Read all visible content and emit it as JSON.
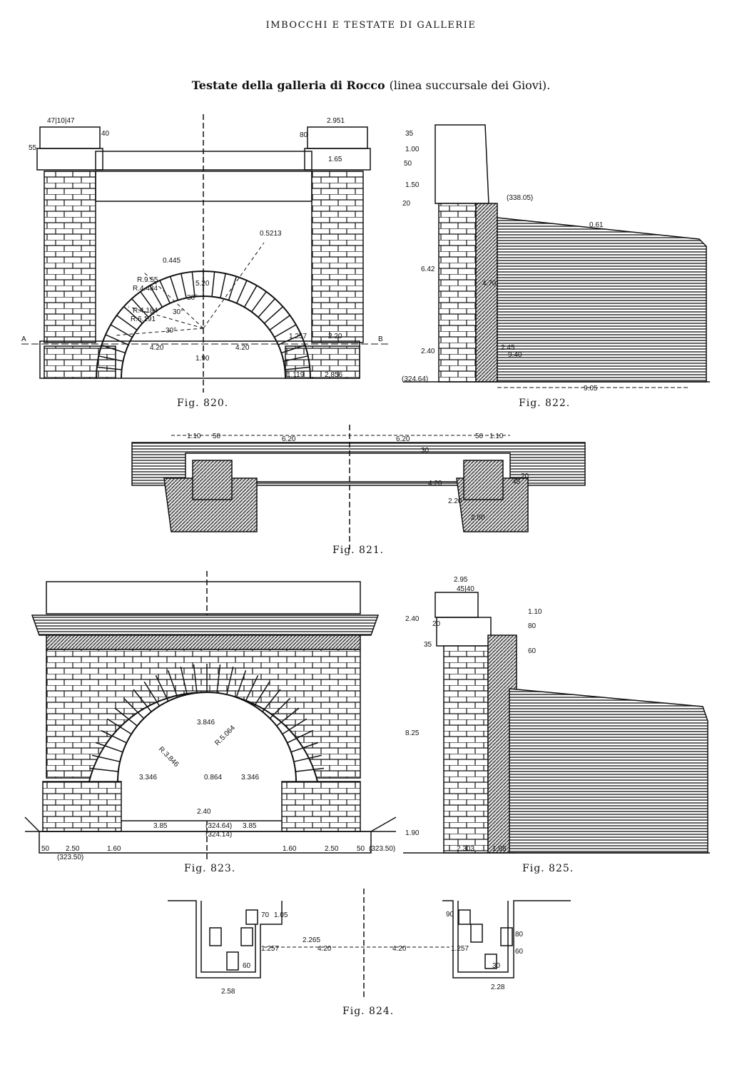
{
  "running_head": "IMBOCCHI E TESTATE DI GALLERIE",
  "title": {
    "bold": "Testate della galleria di Rocco",
    "rest": "(linea succursale dei Giovi)."
  },
  "captions": {
    "fig820": "Fig. 820.",
    "fig822": "Fig. 822.",
    "fig821": "Fig. 821.",
    "fig823": "Fig. 823.",
    "fig825": "Fig. 825.",
    "fig824": "Fig. 824."
  },
  "fig820_labels": [
    "47|10|47",
    "55",
    "40",
    "2.951",
    "80",
    "1.65",
    "0.5213",
    "0.445",
    "R.9.55",
    "R.4.484",
    "5.20",
    "R.4.184",
    "R.6.191",
    "30°",
    "30°",
    "30°",
    "4.20",
    "4.20",
    "1.90",
    "A",
    "B",
    "1.257",
    "2.20",
    "1.119",
    "2.856"
  ],
  "fig822_labels": [
    "35",
    "1.00",
    "50",
    "1.50",
    "20",
    "(338.05)",
    "6.42",
    "4.70",
    "2.40",
    "2.45",
    "9.40",
    "(324.64)",
    "9.05",
    "0.61"
  ],
  "fig821_labels": [
    "1.10",
    "50",
    "6.20",
    "6.20",
    "50",
    "1.10",
    "30",
    "4.20",
    "2.20",
    "2.60",
    "45",
    "20"
  ],
  "fig823_labels": [
    "R.3.846",
    "3.846",
    "R.5.064",
    "3.346",
    "3.346",
    "0.864",
    "2.40",
    "3.85",
    "(324.64)",
    "3.85",
    "(324.14)",
    "50",
    "2.50",
    "1.60",
    "1.60",
    "2.50",
    "50",
    "(323.50)",
    "(323.50)"
  ],
  "fig825_labels": [
    "2.95",
    "45|40",
    "2.40",
    "20",
    "35",
    "1.10",
    "80",
    "60",
    "8.25",
    "1.90",
    "2.303",
    "1.05"
  ],
  "fig824_labels": [
    "70",
    "1.05",
    "2.265",
    "1.257",
    "4.20",
    "4.20",
    "1.257",
    "60",
    "2.58",
    "90",
    "80",
    "60",
    "30",
    "2.28"
  ]
}
